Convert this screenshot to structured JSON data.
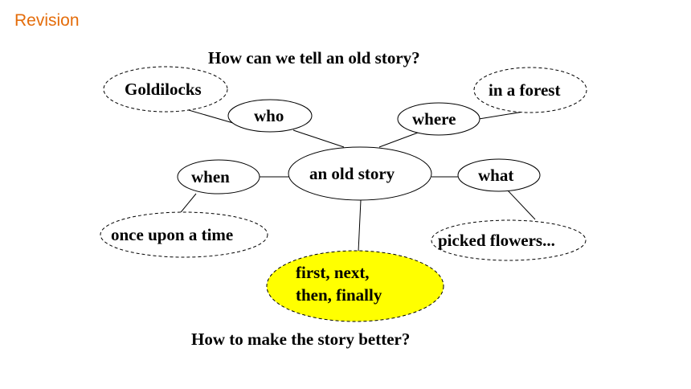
{
  "header": {
    "section_label": "Revision"
  },
  "questions": {
    "top": "How can we tell an old story?",
    "bottom": "How to make the story better?"
  },
  "mindmap": {
    "center": "an old story",
    "who": {
      "label": "who",
      "answer": "Goldilocks"
    },
    "where": {
      "label": "where",
      "answer": "in a forest"
    },
    "when": {
      "label": "when",
      "answer": "once upon a time"
    },
    "what": {
      "label": "what",
      "answer": "picked flowers..."
    },
    "sequence": {
      "line1": "first, next,",
      "line2": "then, finally"
    }
  },
  "colors": {
    "accent": "#e46c0a",
    "highlight": "#ffff00"
  }
}
